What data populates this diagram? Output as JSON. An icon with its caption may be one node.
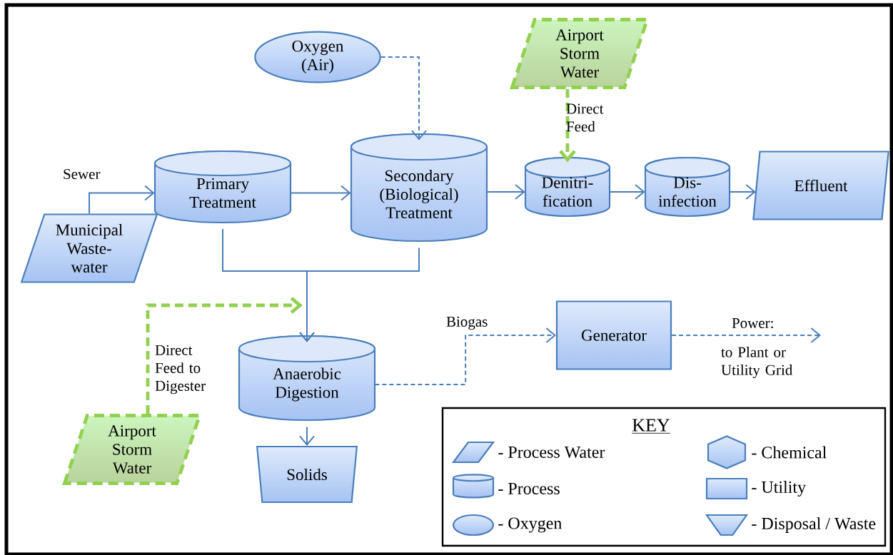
{
  "diagram": {
    "nodes": [
      {
        "text": [
          "Oxygen (Air)"
        ]
      },
      {
        "text": [
          "Airport Storm Water"
        ]
      },
      {
        "text": [
          "Municipal Waste- water"
        ]
      },
      {
        "text": [
          "Primary Treatment"
        ]
      },
      {
        "text": [
          "Secondary (Biological) Treatment"
        ]
      },
      {
        "text": [
          "Denitri- fication"
        ]
      },
      {
        "text": [
          "Dis- infection"
        ]
      },
      {
        "text": [
          "Effluent"
        ]
      },
      {
        "text": [
          "Generator"
        ]
      },
      {
        "text": [
          "Anaerobic Digestion"
        ]
      },
      {
        "text": [
          "Airport Storm Water"
        ]
      },
      {
        "text": [
          "Solids"
        ]
      }
    ],
    "edges": [
      {
        "from": 2,
        "to": 3,
        "arrow": "to",
        "label": "Sewer"
      },
      {
        "from": 3,
        "to": 4,
        "arrow": "to"
      },
      {
        "from": 0,
        "to": 4,
        "arrow": "to",
        "style": "dashed"
      },
      {
        "from": 4,
        "to": 5,
        "arrow": "to"
      },
      {
        "from": 1,
        "to": 5,
        "arrow": "to",
        "style": "dashed",
        "color": "#92d050",
        "label": "Direct Feed"
      },
      {
        "from": 5,
        "to": 6,
        "arrow": "to"
      },
      {
        "from": 6,
        "to": 7,
        "arrow": "to"
      },
      {
        "from": 3,
        "to": 9,
        "arrow": "to"
      },
      {
        "from": 4,
        "to": 9,
        "arrow": "to"
      },
      {
        "from": 10,
        "to": 9,
        "arrow": "to",
        "style": "dashed",
        "color": "#92d050",
        "label": "Direct Feed to Digester"
      },
      {
        "from": 9,
        "to": 8,
        "arrow": "to",
        "style": "dashed",
        "label": "Biogas"
      },
      {
        "from": 8,
        "to": null,
        "arrow": "to",
        "style": "dashed",
        "label": "Power:"
      },
      {
        "from": 9,
        "to": 11,
        "arrow": "to"
      }
    ],
    "labels": [
      "to Plant or Utility Grid",
      "KEY"
    ],
    "legend": [
      {
        "text": "- Process Water"
      },
      {
        "text": "- Chemical"
      },
      {
        "text": "- Process"
      },
      {
        "text": "- Utility"
      },
      {
        "text": "- Oxygen"
      },
      {
        "text": "- Disposal / Waste"
      }
    ]
  }
}
